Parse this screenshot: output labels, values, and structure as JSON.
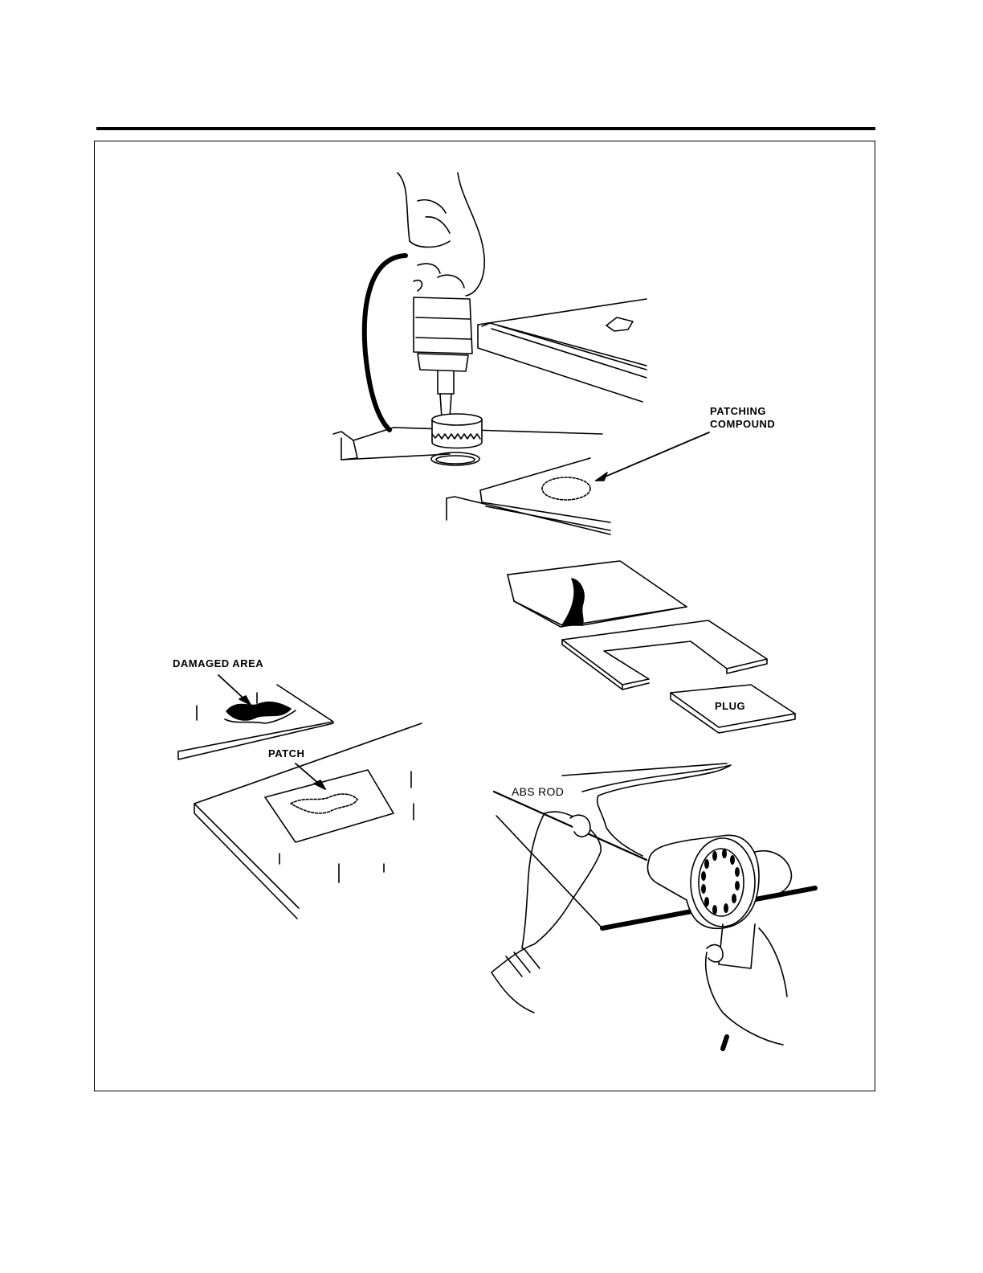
{
  "labels": {
    "patching_compound_line1": "PATCHING",
    "patching_compound_line2": "COMPOUND",
    "damaged_area": "DAMAGED AREA",
    "patch": "PATCH",
    "plug": "PLUG",
    "abs_rod": "ABS ROD"
  },
  "colors": {
    "ink": "#000000",
    "paper": "#ffffff"
  }
}
